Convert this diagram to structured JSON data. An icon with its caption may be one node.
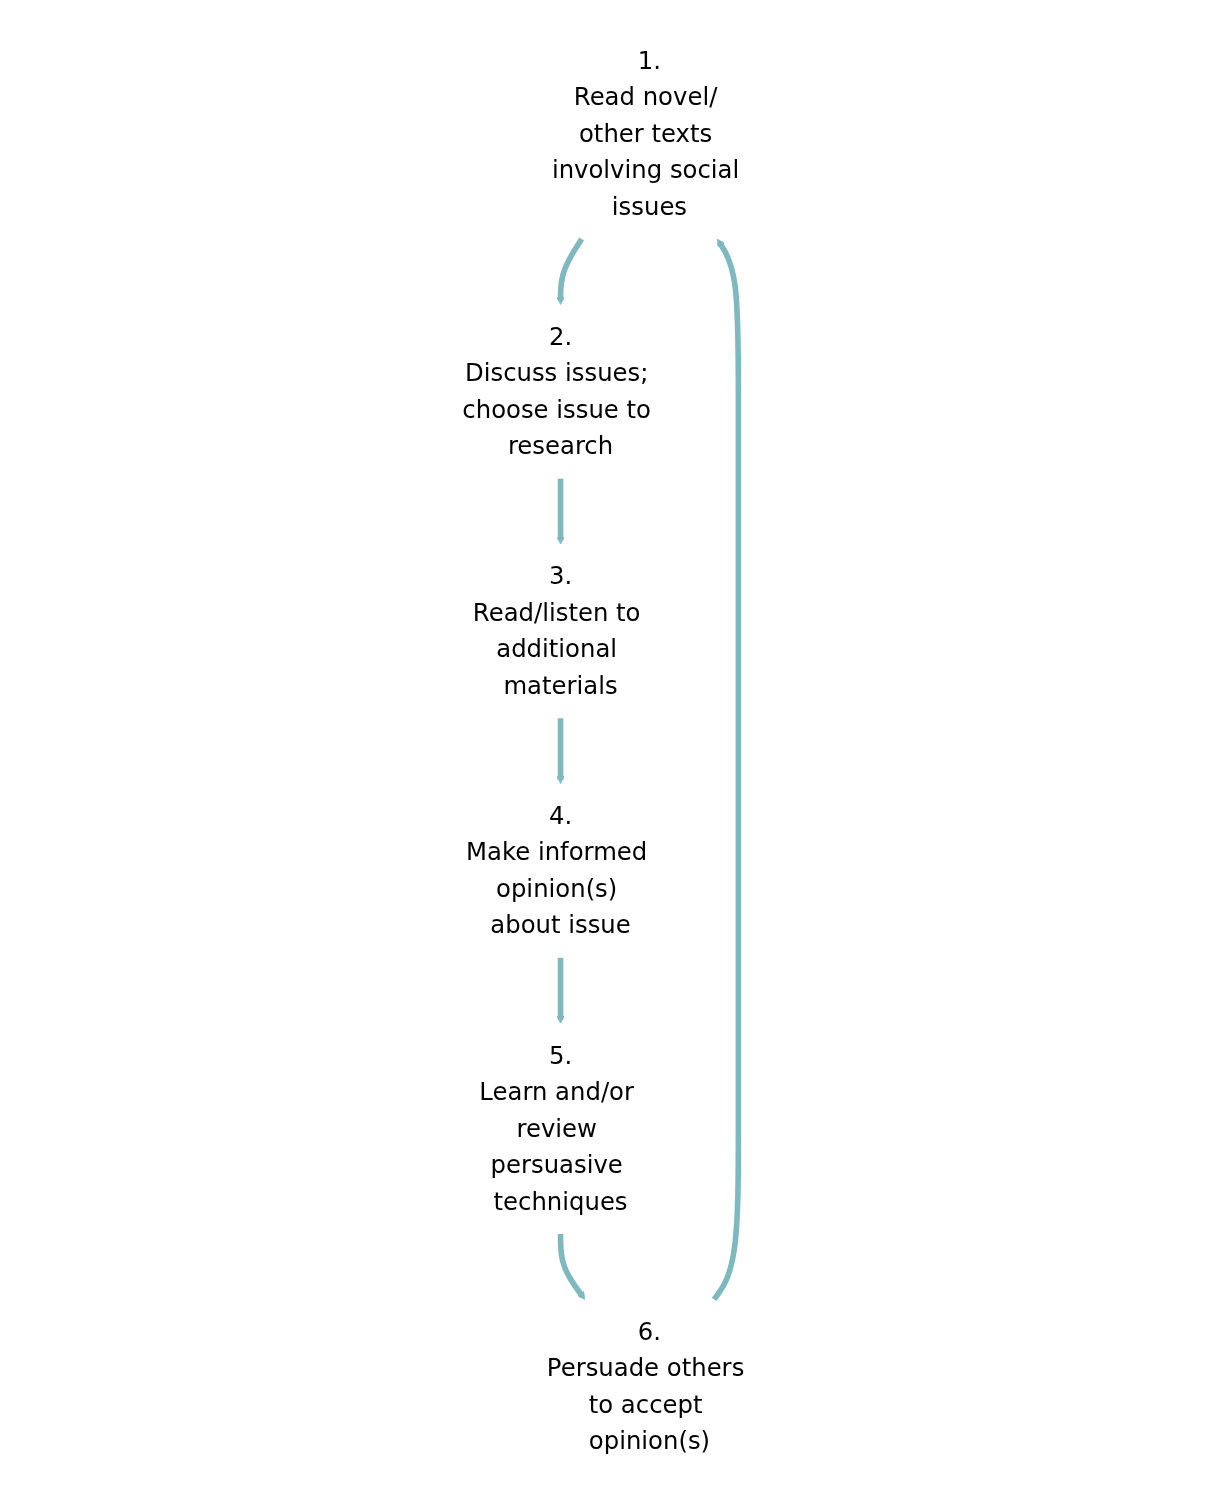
{
  "diagram": {
    "nodes": [
      {
        "text": [
          "1.",
          "Read novel/ other texts involving social issues"
        ]
      },
      {
        "text": [
          "2.",
          "Discuss issues; choose issue to research"
        ]
      },
      {
        "text": [
          "3.",
          "Read/listen to additional materials"
        ]
      },
      {
        "text": [
          "4.",
          "Make informed opinion(s) about issue"
        ]
      },
      {
        "text": [
          "5.",
          "Learn and/or review persuasive techniques"
        ]
      },
      {
        "text": [
          "6.",
          "Persuade others to accept opinion(s)"
        ]
      }
    ],
    "edges": [
      {
        "from": 0,
        "to": 1,
        "arrow": "to"
      },
      {
        "from": 1,
        "to": 2,
        "arrow": "to"
      },
      {
        "from": 2,
        "to": 3,
        "arrow": "to"
      },
      {
        "from": 3,
        "to": 4,
        "arrow": "to"
      },
      {
        "from": 4,
        "to": 5,
        "arrow": "to"
      },
      {
        "from": 5,
        "to": 0,
        "arrow": "to"
      }
    ]
  }
}
